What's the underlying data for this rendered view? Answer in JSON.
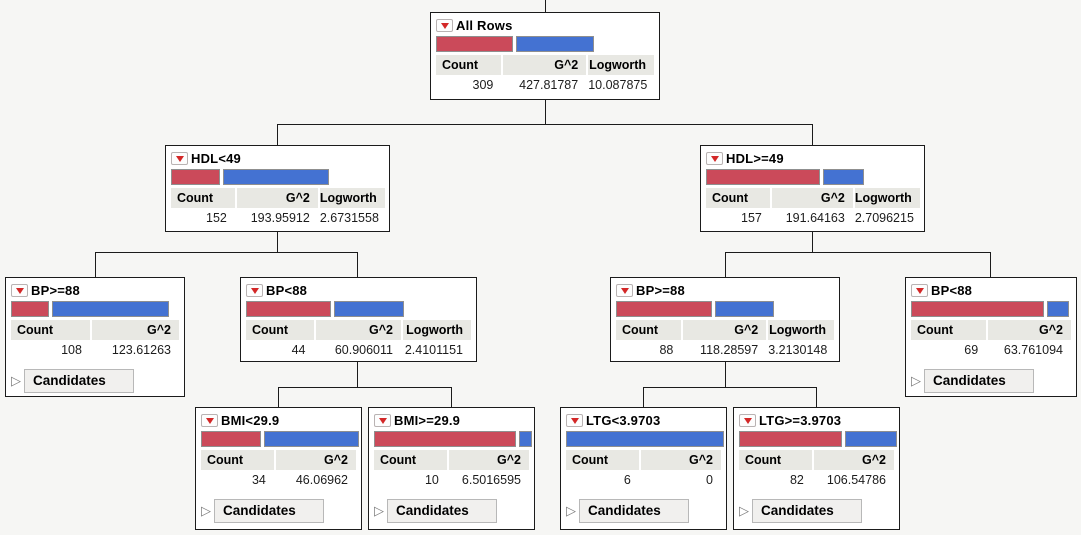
{
  "chart_type": "partition-decision-tree",
  "bar_colors": {
    "left_segment": "#cb4a5a",
    "right_segment": "#4472d2"
  },
  "accent_colors": {
    "menu_triangle": "#d32727",
    "header_band": "#e8e8e3"
  },
  "candidates_label": "Candidates",
  "nodes": [
    {
      "id": "all-rows",
      "title": "All Rows",
      "red_fraction": 0.49,
      "columns": [
        "Count",
        "G^2",
        "Logworth"
      ],
      "values": [
        "309",
        "427.81787",
        "10.087875"
      ]
    },
    {
      "id": "hdl-lt-49",
      "title": "HDL<49",
      "red_fraction": 0.31,
      "columns": [
        "Count",
        "G^2",
        "Logworth"
      ],
      "values": [
        "152",
        "193.95912",
        "2.6731558"
      ]
    },
    {
      "id": "hdl-ge-49",
      "title": "HDL>=49",
      "red_fraction": 0.72,
      "columns": [
        "Count",
        "G^2",
        "Logworth"
      ],
      "values": [
        "157",
        "191.64163",
        "2.7096215"
      ]
    },
    {
      "id": "bp-ge-88-left",
      "title": "BP>=88",
      "red_fraction": 0.24,
      "columns": [
        "Count",
        "G^2"
      ],
      "values": [
        "108",
        "123.61263"
      ],
      "candidates": "Candidates"
    },
    {
      "id": "bp-lt-88-left",
      "title": "BP<88",
      "red_fraction": 0.54,
      "columns": [
        "Count",
        "G^2",
        "Logworth"
      ],
      "values": [
        "44",
        "60.906011",
        "2.4101151"
      ]
    },
    {
      "id": "bp-ge-88-right",
      "title": "BP>=88",
      "red_fraction": 0.61,
      "columns": [
        "Count",
        "G^2",
        "Logworth"
      ],
      "values": [
        "88",
        "118.28597",
        "3.2130148"
      ]
    },
    {
      "id": "bp-lt-88-right",
      "title": "BP<88",
      "red_fraction": 0.84,
      "columns": [
        "Count",
        "G^2"
      ],
      "values": [
        "69",
        "63.761094"
      ],
      "candidates": "Candidates"
    },
    {
      "id": "bmi-lt-29-9",
      "title": "BMI<29.9",
      "red_fraction": 0.38,
      "columns": [
        "Count",
        "G^2"
      ],
      "values": [
        "34",
        "46.06962"
      ],
      "candidates": "Candidates"
    },
    {
      "id": "bmi-ge-29-9",
      "title": "BMI>=29.9",
      "red_fraction": 0.9,
      "columns": [
        "Count",
        "G^2"
      ],
      "values": [
        "10",
        "6.5016595"
      ],
      "candidates": "Candidates"
    },
    {
      "id": "ltg-lt-3-9703",
      "title": "LTG<3.9703",
      "red_fraction": 0.0,
      "columns": [
        "Count",
        "G^2"
      ],
      "values": [
        "6",
        "0"
      ],
      "candidates": "Candidates"
    },
    {
      "id": "ltg-ge-3-9703",
      "title": "LTG>=3.9703",
      "red_fraction": 0.65,
      "columns": [
        "Count",
        "G^2"
      ],
      "values": [
        "82",
        "106.54786"
      ],
      "candidates": "Candidates"
    }
  ]
}
